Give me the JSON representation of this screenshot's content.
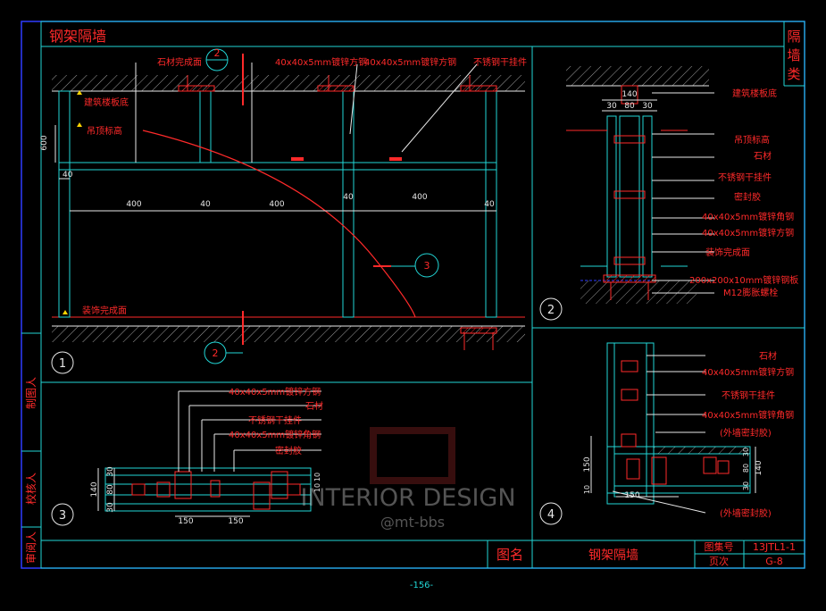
{
  "title": "钢架隔墙",
  "category": "隔墙类",
  "side_labels": [
    "制图人",
    "校核人",
    "审阅人"
  ],
  "title_block": {
    "name_label": "图名",
    "name_value": "钢架隔墙",
    "atlas_label": "图集号",
    "atlas_value": "13JTL1-1",
    "page_label": "页次",
    "page_value": "G-8"
  },
  "page_number": "-156-",
  "watermark": {
    "line1": "INTERIOR DESIGN",
    "line2": "@mt-bbs"
  },
  "view1": {
    "marker": "1",
    "callouts": [
      "2",
      "2",
      "3"
    ],
    "labels": {
      "stone_face": "石材完成面",
      "tube": "40x40x5mm镀锌方钢",
      "tube2": "40x40x5mm镀锌方钢",
      "pendant": "不锈钢干挂件",
      "slab": "建筑楼板底",
      "ceiling": "吊顶标高",
      "floor": "装饰完成面"
    },
    "dims": {
      "h600": "600",
      "d40a": "40",
      "d400a": "400",
      "d40b": "40",
      "d400b": "400",
      "d40c": "40",
      "d400c": "400",
      "d40d": "40"
    }
  },
  "view2": {
    "marker": "2",
    "dims": {
      "w140": "140",
      "a": "30",
      "b": "80",
      "c": "30"
    },
    "labels": [
      "建筑楼板底",
      "吊顶标高",
      "石材",
      "不锈钢干挂件",
      "密封胶",
      "40x40x5mm镀锌角钢",
      "40x40x5mm镀锌方钢",
      "装饰完成面",
      "200x200x10mm镀锌钢板",
      "M12膨胀螺栓"
    ]
  },
  "view3": {
    "marker": "3",
    "labels": [
      "40x40x5mm镀锌方钢",
      "石材",
      "不锈钢干挂件",
      "40x40x5mm镀锌角钢",
      "密封胶"
    ],
    "dims": {
      "h140": "140",
      "v30a": "30",
      "v80": "80",
      "v30b": "30",
      "w150a": "150",
      "w150b": "150",
      "r10a": "10",
      "r10b": "10"
    }
  },
  "view4": {
    "marker": "4",
    "labels": [
      "石材",
      "40x40x5mm镀锌方钢",
      "不锈钢干挂件",
      "40x40x5mm镀锌角钢",
      "(外墙密封胶)",
      "(外墙密封胶)"
    ],
    "dims": {
      "v150": "150",
      "v10": "10",
      "w150": "150",
      "r140": "140",
      "r30a": "30",
      "r80": "80",
      "r30b": "30"
    }
  },
  "colors": {
    "frame": "#2f3cff",
    "cyan": "#22d6d6",
    "red": "#ff2a2a",
    "white": "#e8e8e8",
    "yellow": "#ffd400"
  }
}
